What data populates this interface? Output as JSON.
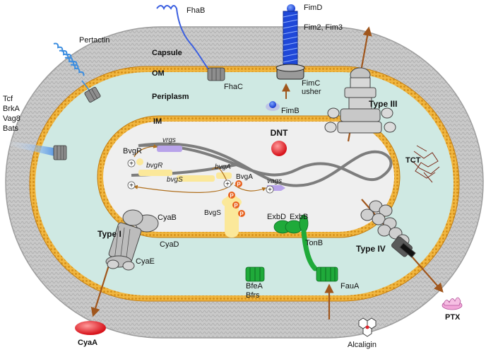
{
  "labels": {
    "capsule": "Capsule",
    "om": "OM",
    "periplasm": "Periplasm",
    "im": "IM",
    "dnt": "DNT",
    "tct": "TCT",
    "type1": "Type I",
    "type3": "Type III",
    "type4": "Type IV",
    "pertactin": "Pertactin",
    "fhab": "FhaB",
    "fhac": "FhaC",
    "fimd": "FimD",
    "fim23": "Fim2, Fim3",
    "fimc": "FimC",
    "usher": "usher",
    "fimb": "FimB",
    "tcf": "Tcf",
    "brka": "BrkA",
    "vag8": "Vag8",
    "bats": "Bats",
    "cyab": "CyaB",
    "cyad": "CyaD",
    "cyae": "CyaE",
    "cyaa": "CyaA",
    "exbd": "ExbD",
    "exbb": "ExbB",
    "tonb": "TonB",
    "bfea": "BfeA",
    "bfrs": "Bfrs",
    "faua": "FauA",
    "alcaligin": "Alcaligin",
    "ptx": "PTX",
    "bvgr_protein": "BvgR",
    "bvgr_gene": "bvgR",
    "bvgs_gene": "bvgS",
    "bvga_gene": "bvgA",
    "bvga_protein": "BvgA",
    "bvgs_protein": "BvgS",
    "vrgs": "vrgs",
    "vags": "vags",
    "phospho": "P",
    "plus": "+"
  },
  "colors": {
    "capsule": "#c9c9c9",
    "membrane": "#e8a72a",
    "periplasm": "#cfe9e3",
    "cytoplasm": "#efefef",
    "dna": "#7d7d7d",
    "arrow": "#a0561c",
    "green": "#1faa3a",
    "red": "#e0242c",
    "blue": "#1e3fd0",
    "pink": "#f2a6d8"
  },
  "icons": {
    "dnt": "red-sphere-icon",
    "cyaa": "red-ellipse-icon",
    "ptx": "pink-toxin-icon",
    "alcaligin": "siderophore-molecule-icon",
    "tct": "peptidoglycan-fragment-icon"
  }
}
